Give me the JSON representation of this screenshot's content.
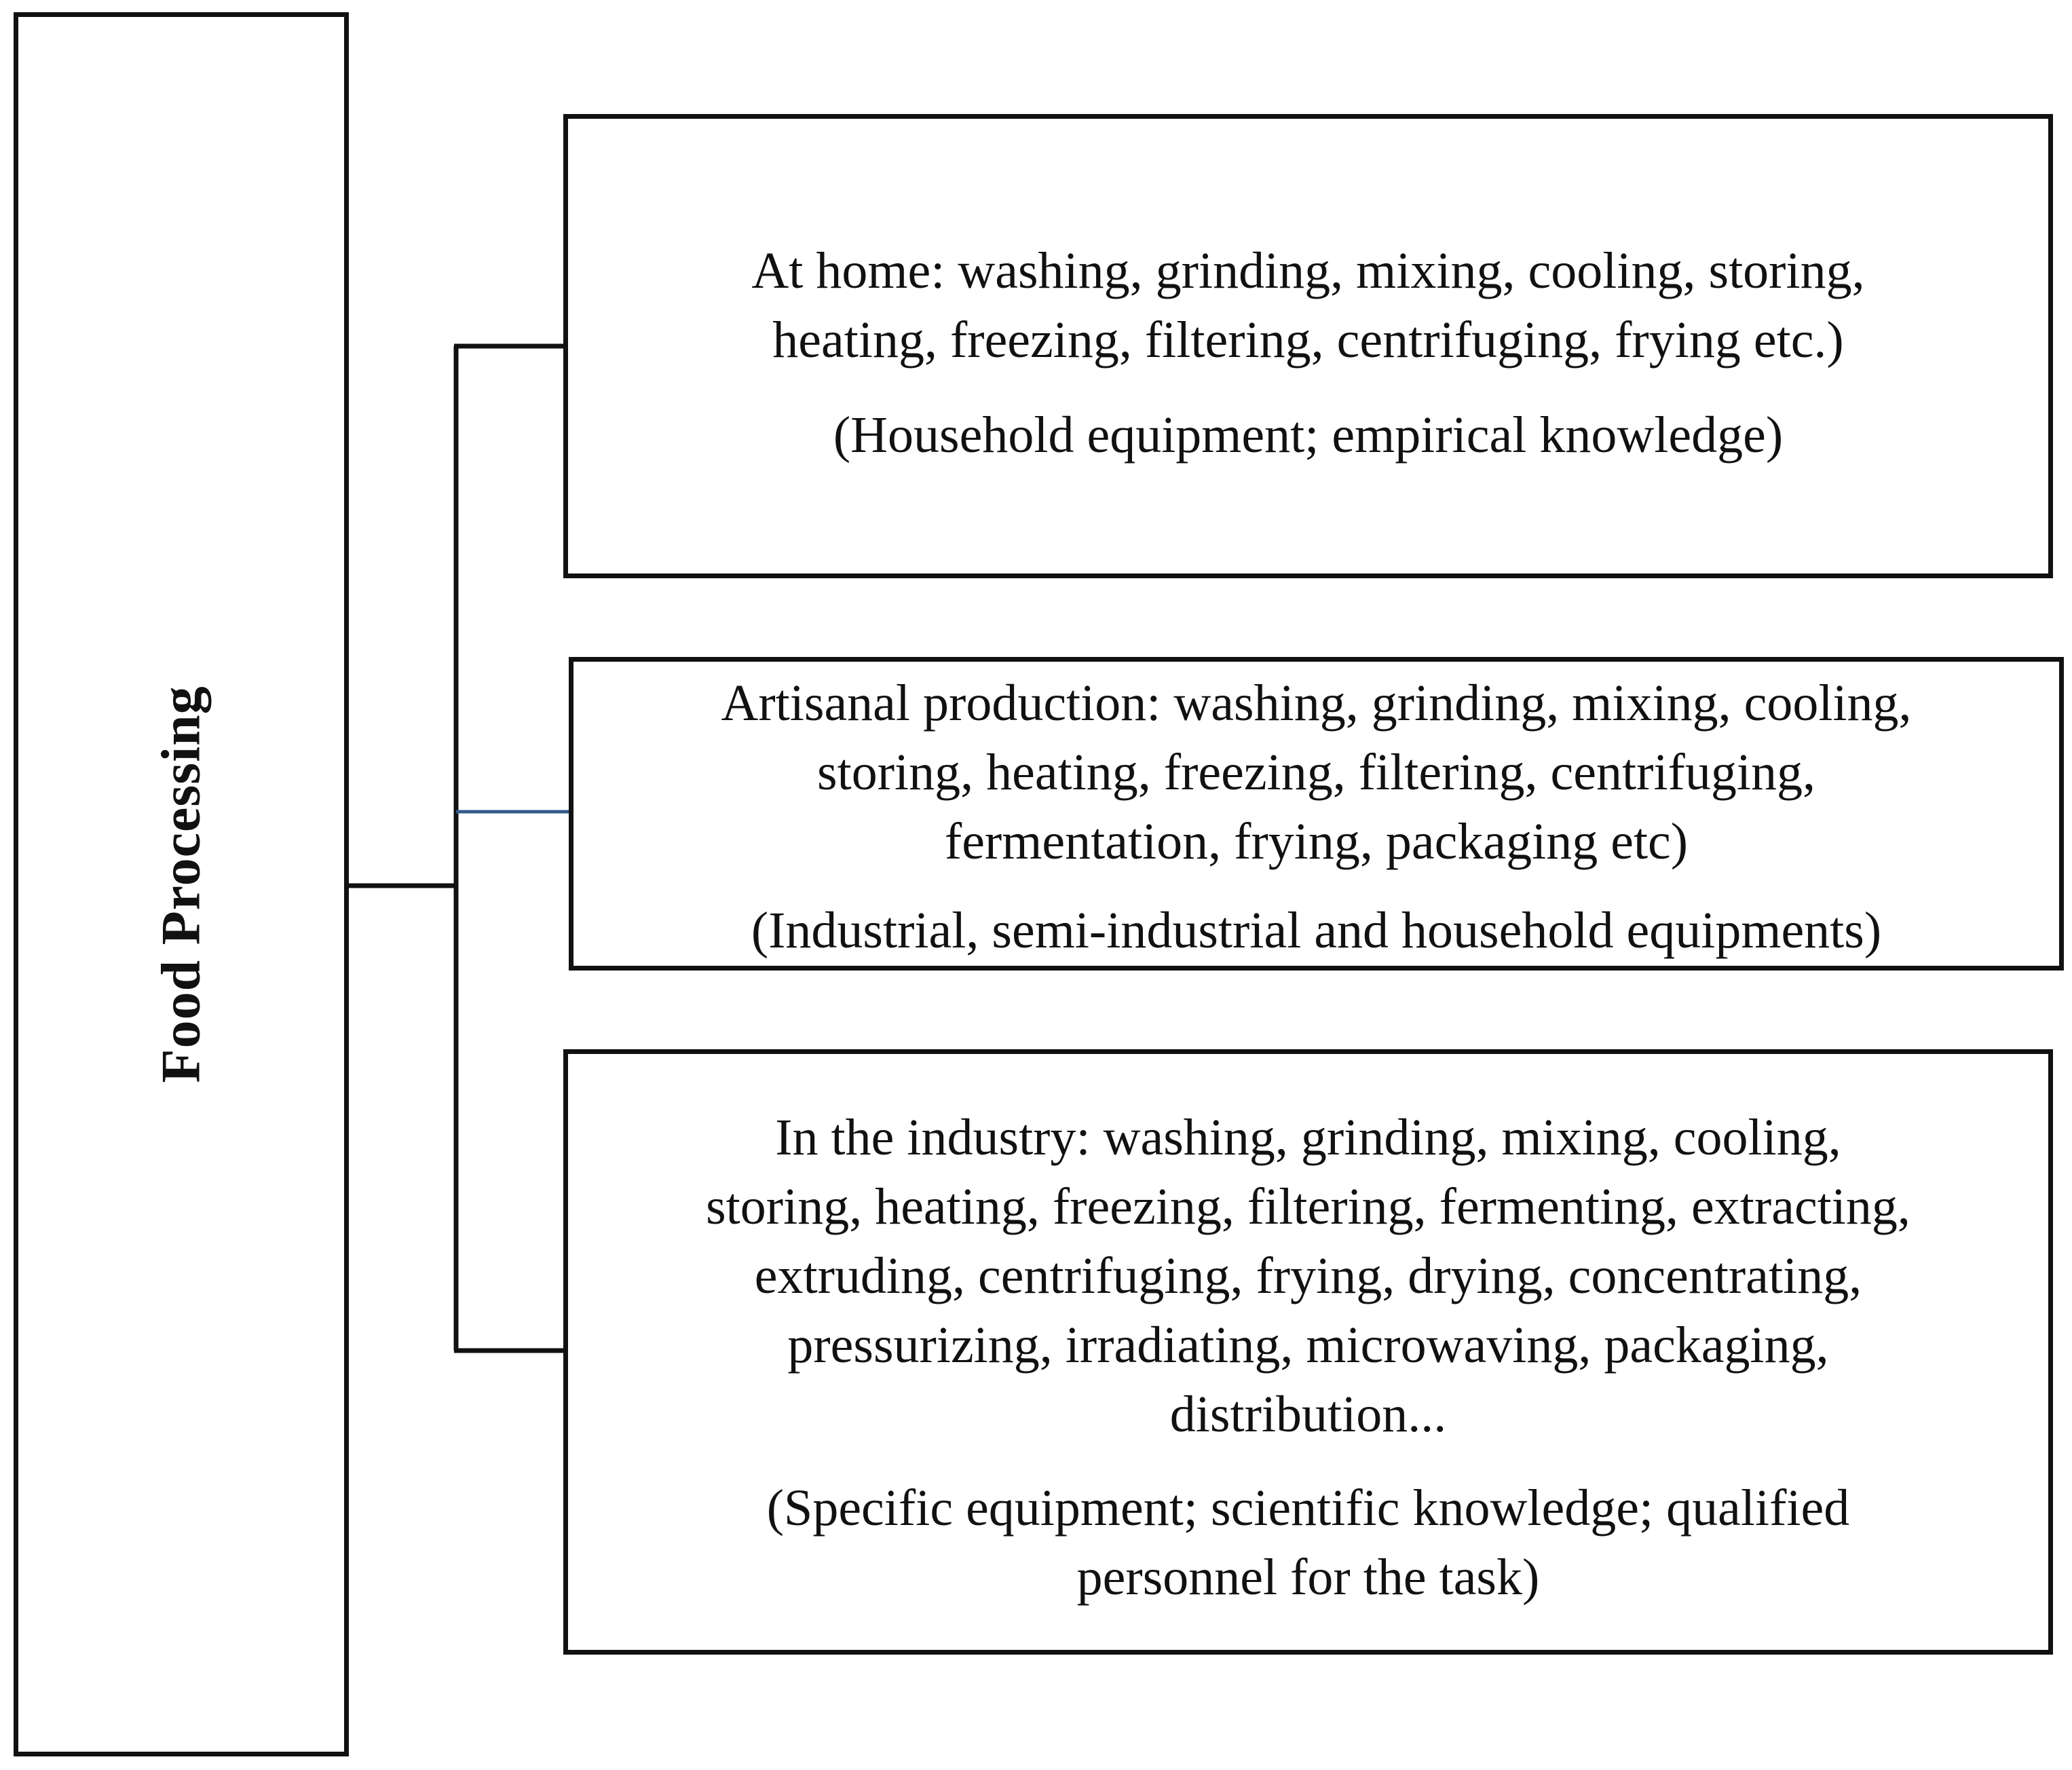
{
  "root": {
    "label": "Food Processing"
  },
  "branches": [
    {
      "main_lines": [
        "At home: washing, grinding, mixing, cooling, storing,",
        "heating, freezing, filtering, centrifuging, frying etc.)"
      ],
      "note_lines": [
        "(Household equipment; empirical knowledge)"
      ]
    },
    {
      "main_lines": [
        "Artisanal production: washing, grinding, mixing, cooling,",
        "storing, heating, freezing, filtering, centrifuging,",
        "fermentation, frying, packaging etc)"
      ],
      "note_lines": [
        "(Industrial, semi-industrial and household equipments)"
      ]
    },
    {
      "main_lines": [
        "In the industry: washing, grinding, mixing, cooling,",
        "storing, heating, freezing, filtering, fermenting, extracting,",
        "extruding, centrifuging, frying, drying, concentrating,",
        "pressurizing, irradiating, microwaving, packaging,",
        "distribution..."
      ],
      "note_lines": [
        "(Specific equipment; scientific knowledge; qualified",
        "personnel for the task)"
      ]
    }
  ],
  "colors": {
    "box_border": "#111111",
    "connector": "#111111",
    "middle_connector": "#2f5a8a"
  }
}
